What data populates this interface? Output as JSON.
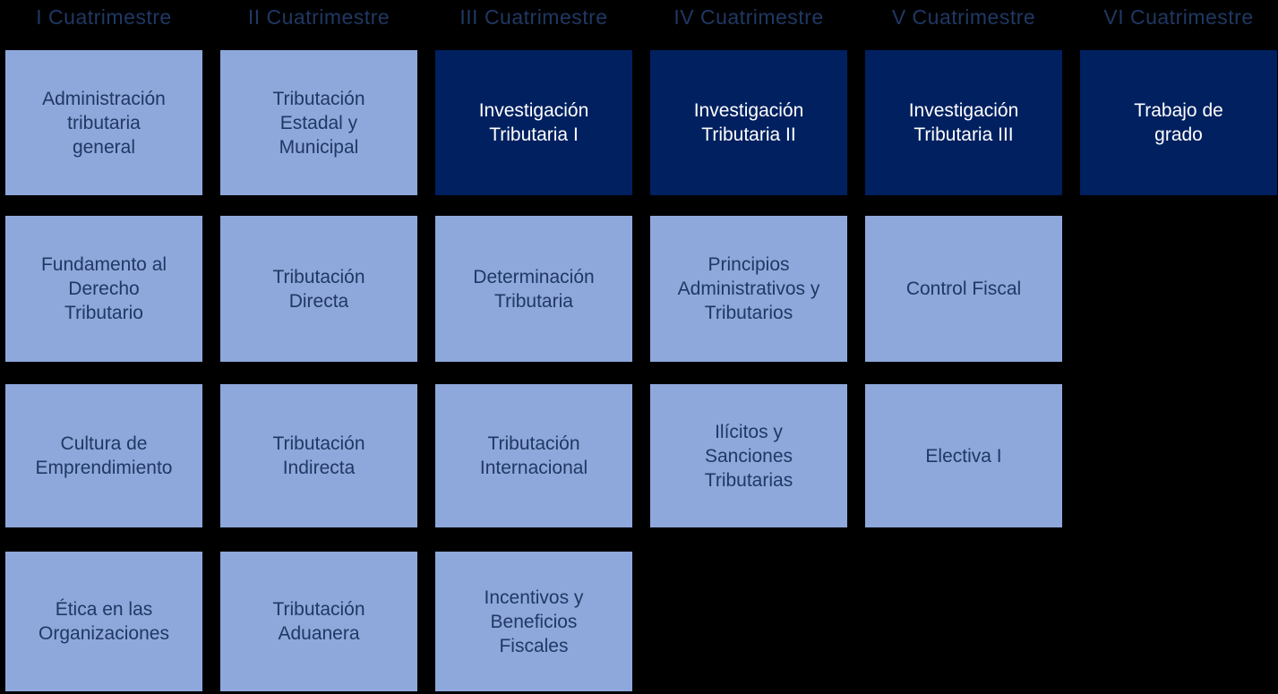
{
  "colors": {
    "background": "#000000",
    "box_light": "#8FA8DB",
    "box_dark": "#002060",
    "text_on_light": "#1F3864",
    "text_on_dark": "#FFFFFF",
    "header_text": "#1F3864"
  },
  "columns": [
    {
      "header": "I Cuatrimestre",
      "courses": [
        {
          "title": "Administración\ntributaria\ngeneral",
          "variant": "light"
        },
        {
          "title": "Fundamento al\nDerecho\nTributario",
          "variant": "light"
        },
        {
          "title": "Cultura de\nEmprendimiento",
          "variant": "light"
        },
        {
          "title": "Ética en las\nOrganizaciones",
          "variant": "light"
        }
      ]
    },
    {
      "header": "II Cuatrimestre",
      "courses": [
        {
          "title": "Tributación\nEstadal y\nMunicipal",
          "variant": "light"
        },
        {
          "title": "Tributación\nDirecta",
          "variant": "light"
        },
        {
          "title": "Tributación\nIndirecta",
          "variant": "light"
        },
        {
          "title": "Tributación\nAduanera",
          "variant": "light"
        }
      ]
    },
    {
      "header": "III Cuatrimestre",
      "courses": [
        {
          "title": "Investigación\nTributaria I",
          "variant": "dark"
        },
        {
          "title": "Determinación\nTributaria",
          "variant": "light"
        },
        {
          "title": "Tributación\nInternacional",
          "variant": "light"
        },
        {
          "title": "Incentivos y\nBeneficios\nFiscales",
          "variant": "light"
        }
      ]
    },
    {
      "header": "IV Cuatrimestre",
      "courses": [
        {
          "title": "Investigación\nTributaria II",
          "variant": "dark"
        },
        {
          "title": "Principios\nAdministrativos y\nTributarios",
          "variant": "light"
        },
        {
          "title": "Ilícitos y\nSanciones\nTributarias",
          "variant": "light"
        }
      ]
    },
    {
      "header": "V Cuatrimestre",
      "courses": [
        {
          "title": "Investigación\nTributaria III",
          "variant": "dark"
        },
        {
          "title": "Control Fiscal",
          "variant": "light"
        },
        {
          "title": "Electiva I",
          "variant": "light"
        }
      ]
    },
    {
      "header": "VI Cuatrimestre",
      "courses": [
        {
          "title": "Trabajo de\ngrado",
          "variant": "dark"
        }
      ]
    }
  ]
}
